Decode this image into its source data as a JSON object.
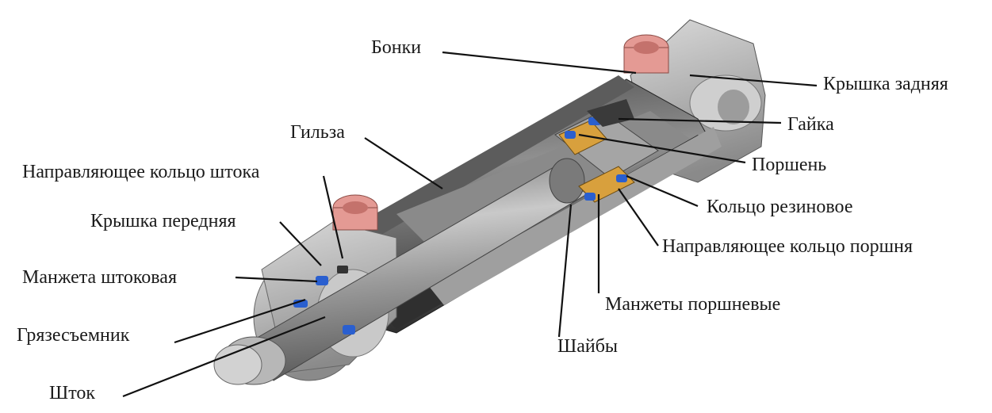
{
  "labels": {
    "bonki": "Бонки",
    "kryshka_zadnyaya": "Крышка задняя",
    "gaika": "Гайка",
    "gilza": "Гильза",
    "porshen": "Поршень",
    "napr_kolco_shtoka": "Направляющее кольцо штока",
    "kolco_rezinovoe": "Кольцо резиновое",
    "kryshka_perednyaya": "Крышка передняя",
    "napr_kolco_porshnya": "Направляющее кольцо поршня",
    "manzheta_shtokovaya": "Манжета штоковая",
    "manzhety_porshnevye": "Манжеты поршневые",
    "gryazesemnik": "Грязесъемник",
    "shaiby": "Шайбы",
    "shtok": "Шток"
  },
  "colors": {
    "body_grey": "#b9b9b9",
    "dark_grey": "#3a3a3a",
    "copper": "#e49a94",
    "bronze": "#d59b3a",
    "seal_blue": "#2a5fcf"
  }
}
